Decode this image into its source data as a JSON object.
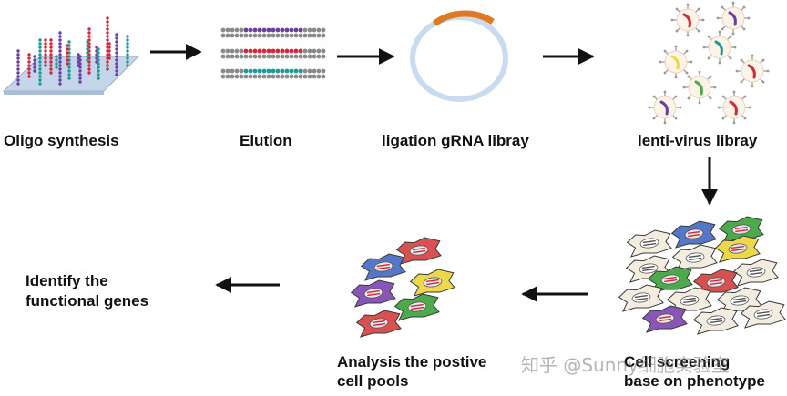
{
  "steps": {
    "oligo": "Oligo synthesis",
    "elution": "Elution",
    "ligation": "ligation gRNA libray",
    "lenti": "lenti-virus libray",
    "screening_line1": "Cell screening",
    "screening_line2": "base on phenotype",
    "analysis_line1": "Analysis the postive",
    "analysis_line2": "cell pools",
    "identify_line1": "Identify the",
    "identify_line2": "functional genes"
  },
  "watermark": "知乎 @Sunny细胞实验室",
  "colors": {
    "arrow": "#111111",
    "plasmid_ring": "#c9dcef",
    "plasmid_insert": "#e07a22",
    "virus_fill": "#fdf3e6",
    "spike": "#9a9a9a",
    "strand_gray": "#8a8a8a",
    "strand_purple": "#6a3fa0",
    "strand_red": "#d2283c",
    "strand_teal": "#1e9a98",
    "cell_white": "#f3ede0",
    "cell_blue": "#5577c8",
    "cell_green": "#4caa4c",
    "cell_yellow": "#ecd848",
    "cell_red": "#d85050",
    "cell_purple": "#8a55b8"
  },
  "icons": {
    "oligo": "oligo-array-icon",
    "elution": "eluted-strands-icon",
    "plasmid": "plasmid-ring-icon",
    "virus": "virus-particle-icon",
    "cell": "cell-icon"
  }
}
